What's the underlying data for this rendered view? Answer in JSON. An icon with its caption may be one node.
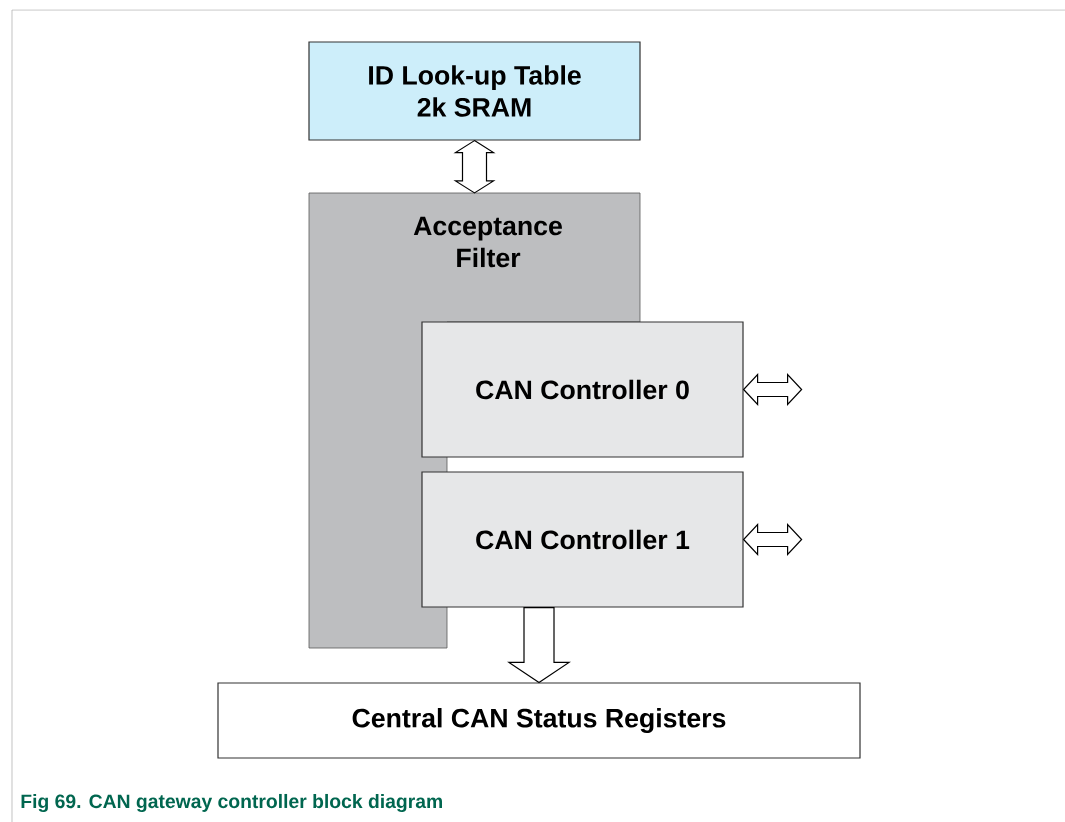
{
  "diagram": {
    "caption": "Fig 69.   CAN gateway controller block diagram",
    "nodes": [
      {
        "text": [
          "ID Look-up Table",
          "2k SRAM"
        ]
      },
      {
        "text": [
          "Acceptance Filter"
        ]
      },
      {
        "text": [
          "CAN Controller 0"
        ]
      },
      {
        "text": [
          "CAN Controller 1"
        ]
      },
      {
        "text": [
          "Central CAN Status Registers"
        ]
      }
    ],
    "edges": [
      {
        "from": 0,
        "to": 1,
        "arrow": "both"
      },
      {
        "from": 2,
        "to": null,
        "arrow": "both"
      },
      {
        "from": 3,
        "to": null,
        "arrow": "both"
      },
      {
        "from": 3,
        "to": 4,
        "arrow": "to"
      }
    ]
  }
}
